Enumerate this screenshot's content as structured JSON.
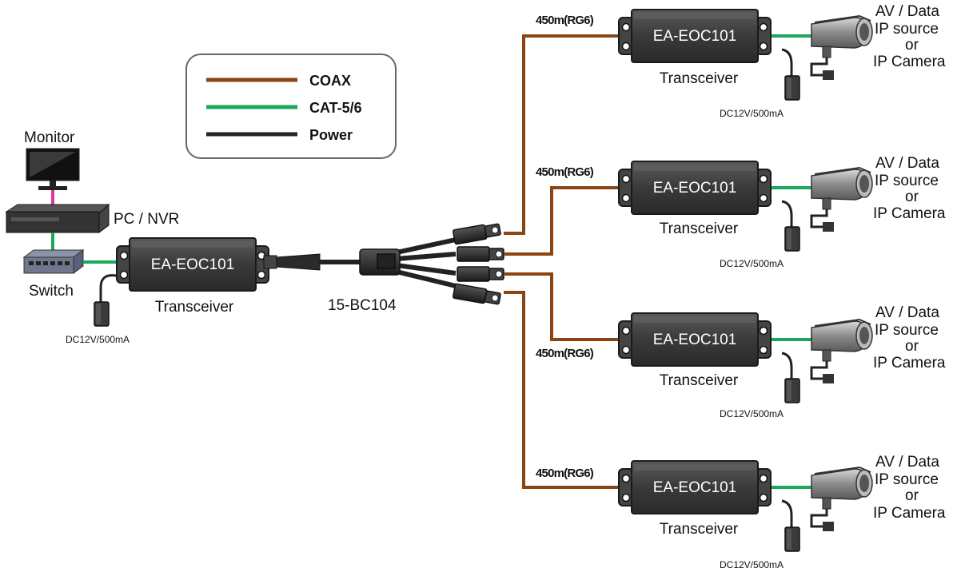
{
  "legend": {
    "items": [
      {
        "label": "COAX",
        "color": "#8b4513"
      },
      {
        "label": "CAT-5/6",
        "color": "#1aa85a"
      },
      {
        "label": "Power",
        "color": "#222222"
      }
    ]
  },
  "left": {
    "monitor_label": "Monitor",
    "pc_label": "PC / NVR",
    "switch_label": "Switch",
    "device_model": "EA-EOC101",
    "device_caption": "Transceiver",
    "power_label": "DC12V/500mA"
  },
  "splitter": {
    "model": "15-BC104"
  },
  "branches": [
    {
      "distance": "450m(RG6)",
      "model": "EA-EOC101",
      "caption": "Transceiver",
      "power": "DC12V/500mA",
      "endpoint": {
        "line1": "AV / Data",
        "line2": "IP source",
        "line3": "or",
        "line4": "IP Camera"
      }
    },
    {
      "distance": "450m(RG6)",
      "model": "EA-EOC101",
      "caption": "Transceiver",
      "power": "DC12V/500mA",
      "endpoint": {
        "line1": "AV / Data",
        "line2": "IP source",
        "line3": "or",
        "line4": "IP Camera"
      }
    },
    {
      "distance": "450m(RG6)",
      "model": "EA-EOC101",
      "caption": "Transceiver",
      "power": "DC12V/500mA",
      "endpoint": {
        "line1": "AV / Data",
        "line2": "IP source",
        "line3": "or",
        "line4": "IP Camera"
      }
    },
    {
      "distance": "450m(RG6)",
      "model": "EA-EOC101",
      "caption": "Transceiver",
      "power": "DC12V/500mA",
      "endpoint": {
        "line1": "AV / Data",
        "line2": "IP source",
        "line3": "or",
        "line4": "IP Camera"
      }
    }
  ],
  "colors": {
    "coax": "#8b4513",
    "cat": "#1aa85a",
    "power": "#222222",
    "hdmi": "#e0389a"
  }
}
